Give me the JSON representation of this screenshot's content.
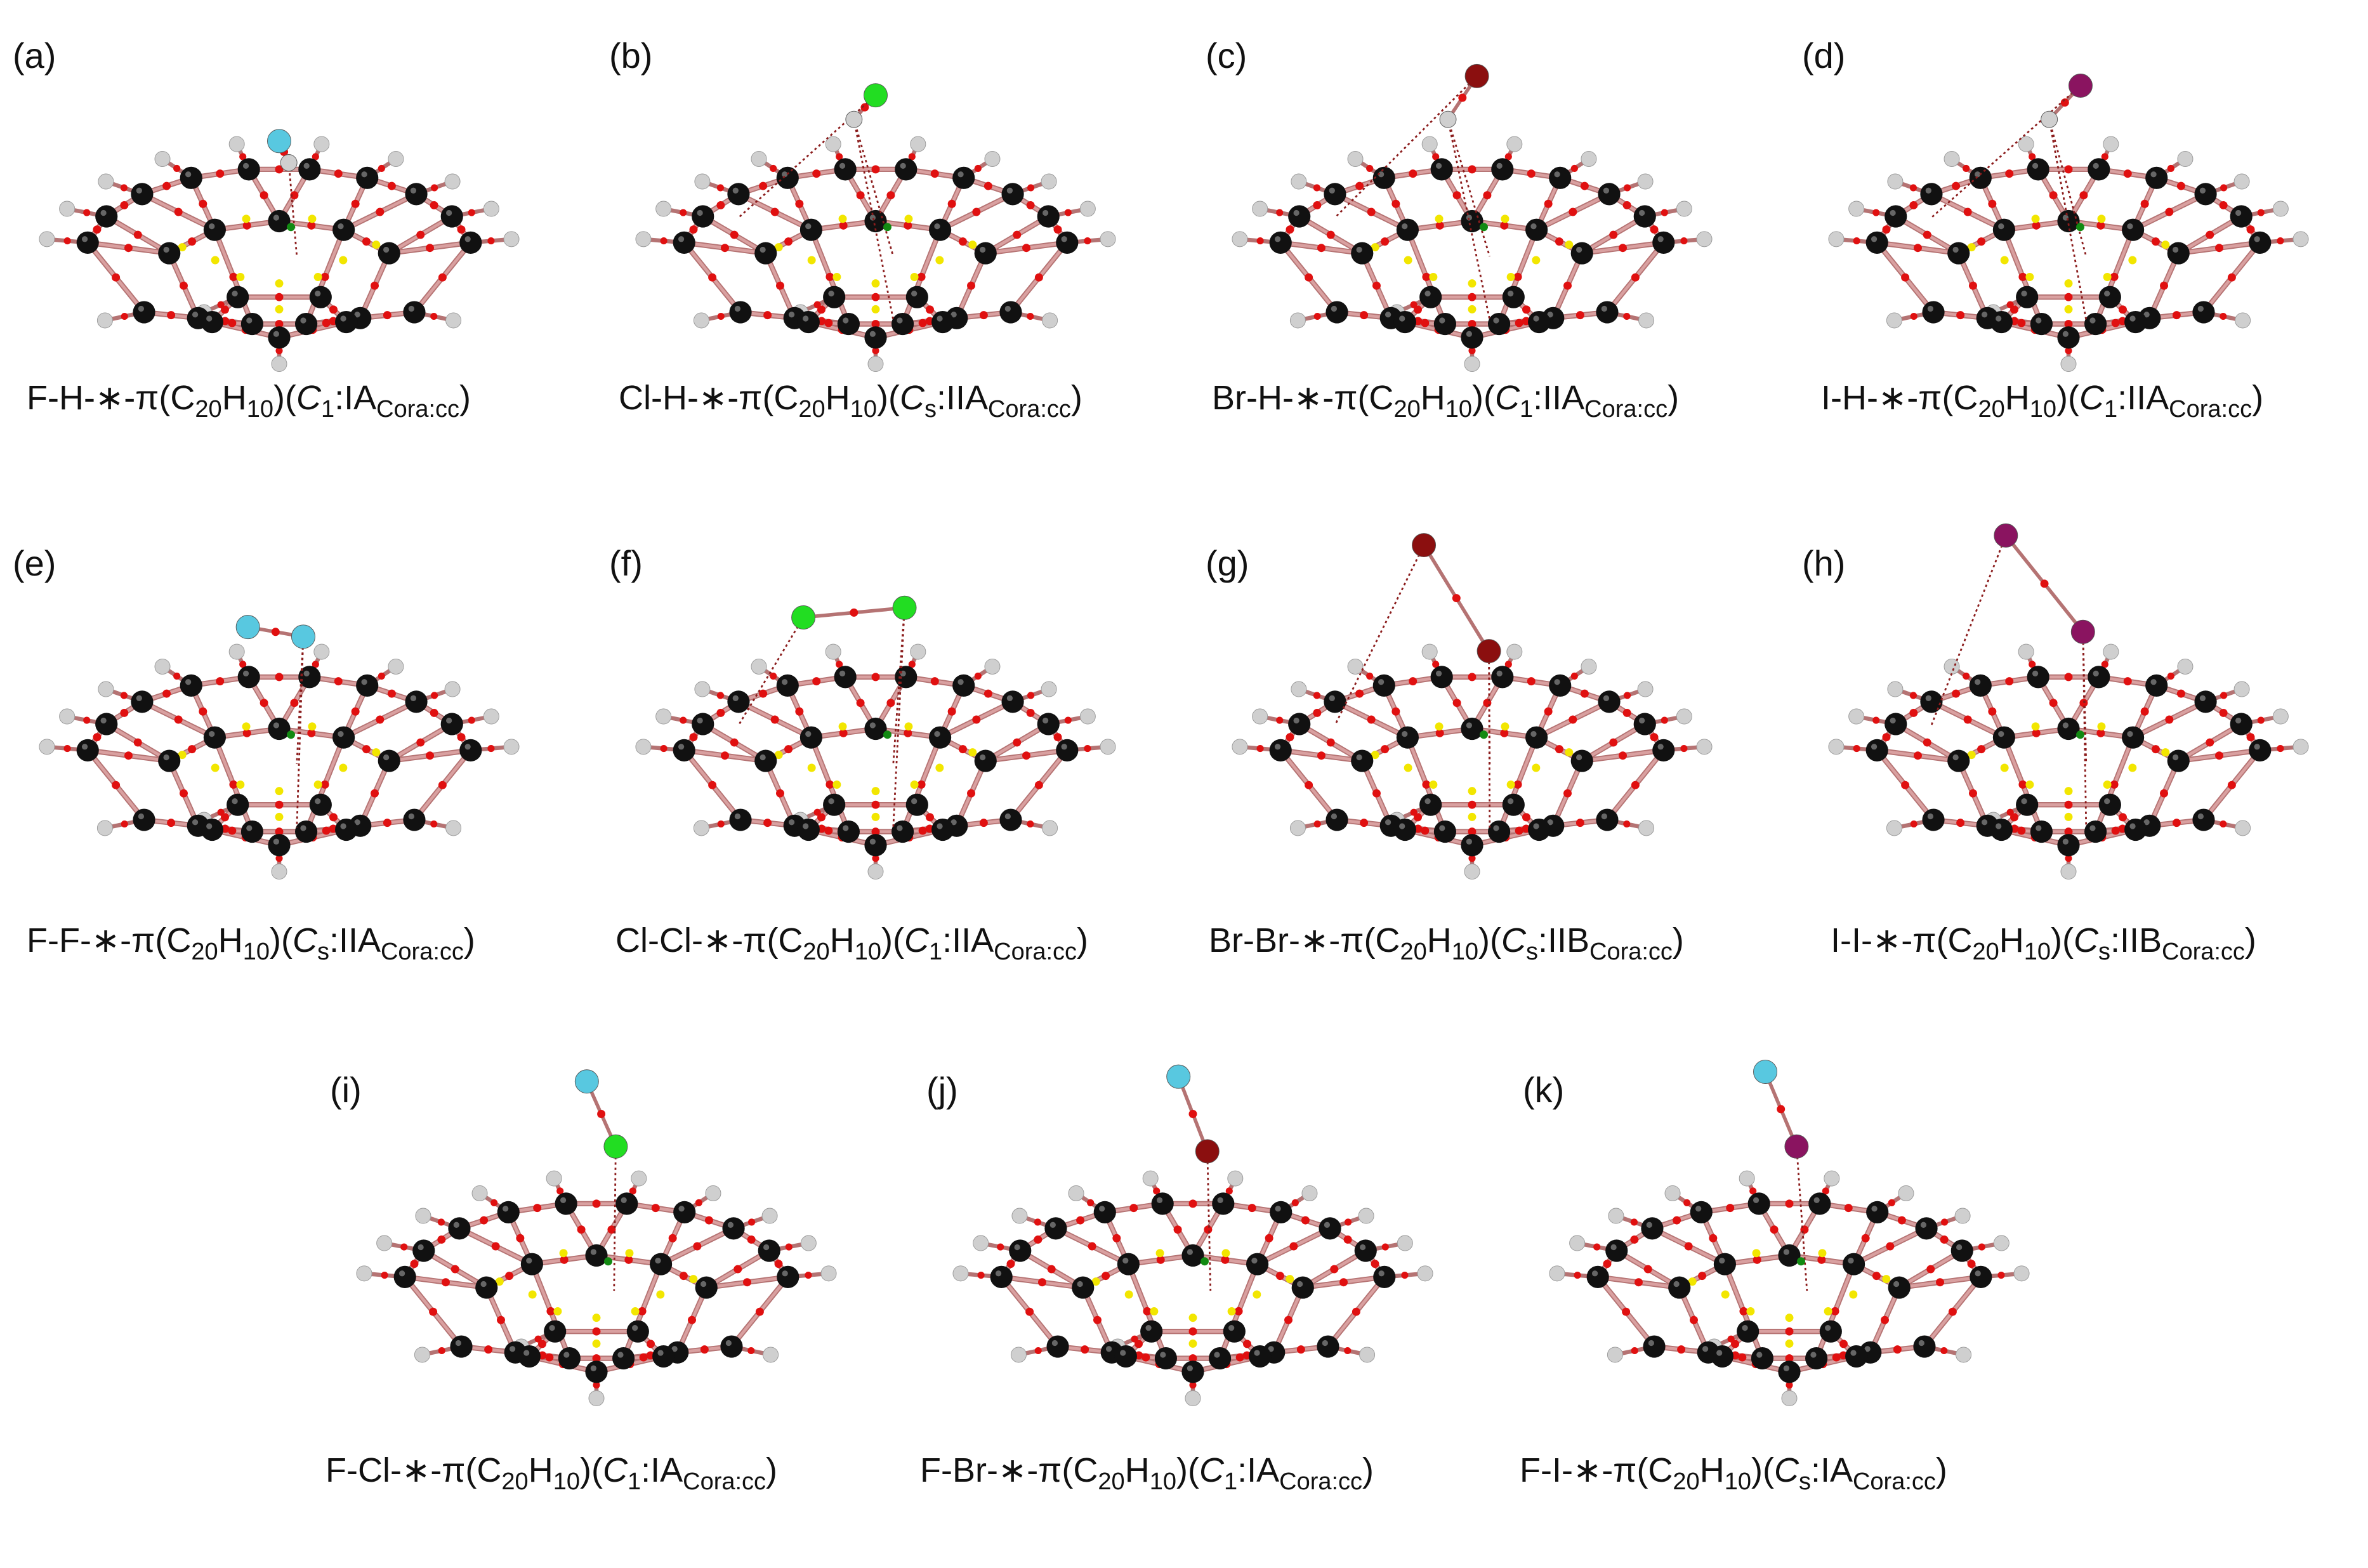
{
  "colors": {
    "carbon": "#111111",
    "hydrogen": "#cfcfcf",
    "bond": "#d9a0a0",
    "bond_edge": "#b57373",
    "bcp": "#e01010",
    "rcp": "#f2e600",
    "ccp": "#128a12",
    "F": "#58c8e0",
    "Cl": "#22dd22",
    "Br": "#8b0f0f",
    "I": "#8a1460",
    "dotted": "#8b1c1c"
  },
  "panels": [
    {
      "label": "(a)",
      "cap": {
        "mol": "F-H-∗-π(C",
        "s1": "20",
        "m2": "H",
        "s2": "10",
        "m3": ")(",
        "sym": "C",
        "symsub": "1",
        "m4": ":IA",
        "ring": "Cora:cc",
        "end": ")"
      },
      "style": "a",
      "atoms": [
        {
          "el": "F",
          "ax": 0,
          "ay": -0.43
        },
        {
          "el": "H",
          "ax": 0.04,
          "ay": -0.34
        }
      ]
    },
    {
      "label": "(b)",
      "cap": {
        "mol": "Cl-H-∗-π(C",
        "s1": "20",
        "m2": "H",
        "s2": "10",
        "m3": ")(",
        "sym": "C",
        "symsub": "s",
        "m4": ":IIA",
        "ring": "Cora:cc",
        "end": ")"
      },
      "style": "b",
      "atoms": [
        {
          "el": "Cl",
          "ax": 0.0,
          "ay": -0.62
        },
        {
          "el": "H",
          "ax": -0.09,
          "ay": -0.52
        }
      ]
    },
    {
      "label": "(c)",
      "cap": {
        "mol": "Br-H-∗-π(C",
        "s1": "20",
        "m2": "H",
        "s2": "10",
        "m3": ")(",
        "sym": "C",
        "symsub": "1",
        "m4": ":IIA",
        "ring": "Cora:cc",
        "end": ")"
      },
      "style": "b",
      "atoms": [
        {
          "el": "Br",
          "ax": 0.02,
          "ay": -0.7
        },
        {
          "el": "H",
          "ax": -0.1,
          "ay": -0.52
        }
      ]
    },
    {
      "label": "(d)",
      "cap": {
        "mol": "I-H-∗-π(C",
        "s1": "20",
        "m2": "H",
        "s2": "10",
        "m3": ")(",
        "sym": "C",
        "symsub": "1",
        "m4": ":IIA",
        "ring": "Cora:cc",
        "end": ")"
      },
      "style": "b",
      "atoms": [
        {
          "el": "I",
          "ax": 0.05,
          "ay": -0.66
        },
        {
          "el": "H",
          "ax": -0.08,
          "ay": -0.52
        }
      ]
    },
    {
      "label": "(e)",
      "cap": {
        "mol": "F-F-∗-π(C",
        "s1": "20",
        "m2": "H",
        "s2": "10",
        "m3": ")(",
        "sym": "C",
        "symsub": "s",
        "m4": ":IIA",
        "ring": "Cora:cc",
        "end": ")"
      },
      "style": "e",
      "atoms": [
        {
          "el": "F",
          "ax": -0.13,
          "ay": -0.52
        },
        {
          "el": "F",
          "ax": 0.1,
          "ay": -0.48
        }
      ]
    },
    {
      "label": "(f)",
      "cap": {
        "mol": "Cl-Cl-∗-π(C",
        "s1": "20",
        "m2": "H",
        "s2": "10",
        "m3": ")(",
        "sym": "C",
        "symsub": "1",
        "m4": ":IIA",
        "ring": "Cora:cc",
        "end": ")"
      },
      "style": "f",
      "atoms": [
        {
          "el": "Cl",
          "ax": -0.3,
          "ay": -0.56
        },
        {
          "el": "Cl",
          "ax": 0.12,
          "ay": -0.6
        }
      ]
    },
    {
      "label": "(g)",
      "cap": {
        "mol": "Br-Br-∗-π(C",
        "s1": "20",
        "m2": "H",
        "s2": "10",
        "m3": ")(",
        "sym": "C",
        "symsub": "s",
        "m4": ":IIB",
        "ring": "Cora:cc",
        "end": ")"
      },
      "style": "g",
      "atoms": [
        {
          "el": "Br",
          "ax": -0.2,
          "ay": -0.86
        },
        {
          "el": "Br",
          "ax": 0.07,
          "ay": -0.42
        }
      ]
    },
    {
      "label": "(h)",
      "cap": {
        "mol": "I-I-∗-π(C",
        "s1": "20",
        "m2": "H",
        "s2": "10",
        "m3": ")(",
        "sym": "C",
        "symsub": "s",
        "m4": ":IIB",
        "ring": "Cora:cc",
        "end": ")"
      },
      "style": "g",
      "atoms": [
        {
          "el": "I",
          "ax": -0.26,
          "ay": -0.9
        },
        {
          "el": "I",
          "ax": 0.06,
          "ay": -0.5
        }
      ]
    },
    {
      "label": "(i)",
      "cap": {
        "mol": "F-Cl-∗-π(C",
        "s1": "20",
        "m2": "H",
        "s2": "10",
        "m3": ")(",
        "sym": "C",
        "symsub": "1",
        "m4": ":IA",
        "ring": "Cora:cc",
        "end": ")"
      },
      "style": "i",
      "atoms": [
        {
          "el": "F",
          "ax": -0.04,
          "ay": -0.82
        },
        {
          "el": "Cl",
          "ax": 0.08,
          "ay": -0.55
        }
      ]
    },
    {
      "label": "(j)",
      "cap": {
        "mol": "F-Br-∗-π(C",
        "s1": "20",
        "m2": "H",
        "s2": "10",
        "m3": ")(",
        "sym": "C",
        "symsub": "1",
        "m4": ":IA",
        "ring": "Cora:cc",
        "end": ")"
      },
      "style": "i",
      "atoms": [
        {
          "el": "F",
          "ax": -0.06,
          "ay": -0.84
        },
        {
          "el": "Br",
          "ax": 0.06,
          "ay": -0.53
        }
      ]
    },
    {
      "label": "(k)",
      "cap": {
        "mol": "F-I-∗-π(C",
        "s1": "20",
        "m2": "H",
        "s2": "10",
        "m3": ")(",
        "sym": "C",
        "symsub": "s",
        "m4": ":IA",
        "ring": "Cora:cc",
        "end": ")"
      },
      "style": "i",
      "atoms": [
        {
          "el": "F",
          "ax": -0.1,
          "ay": -0.86
        },
        {
          "el": "I",
          "ax": 0.03,
          "ay": -0.55
        }
      ]
    }
  ]
}
